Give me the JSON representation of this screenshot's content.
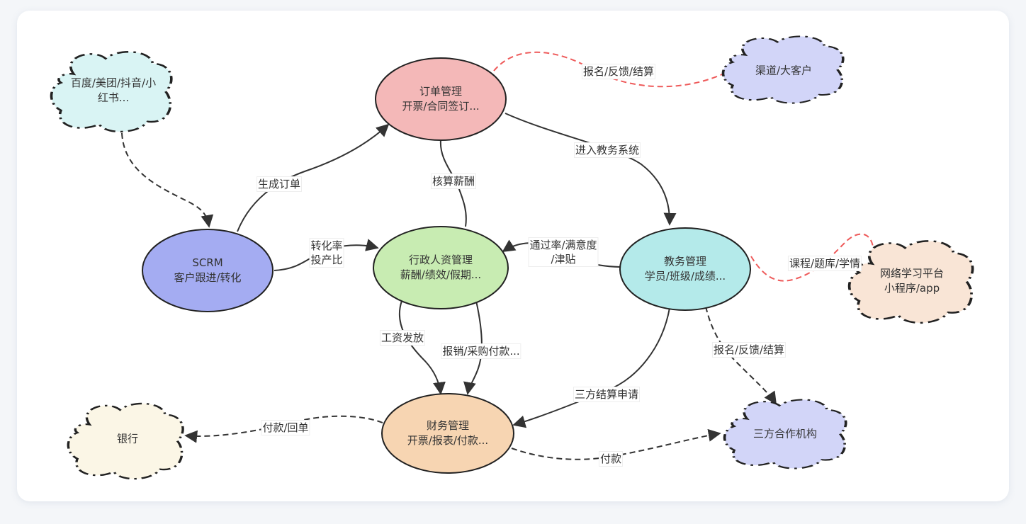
{
  "nodes": {
    "order": {
      "title": "订单管理",
      "sub": "开票/合同签订...",
      "color": "#f4b8b8"
    },
    "scrm": {
      "title": "SCRM",
      "sub": "客户跟进/转化",
      "color": "#a4acf2"
    },
    "hr": {
      "title": "行政人资管理",
      "sub": "薪酬/绩效/假期...",
      "color": "#c8ecb2"
    },
    "edu": {
      "title": "教务管理",
      "sub": "学员/班级/成绩...",
      "color": "#b4eaea"
    },
    "fin": {
      "title": "财务管理",
      "sub": "开票/报表/付款...",
      "color": "#f7d5b2"
    }
  },
  "clouds": {
    "media": {
      "line1": "百度/美团/抖音/小",
      "line2": "红书...",
      "color": "#d9f4f4"
    },
    "channel": {
      "line1": "渠道/大客户",
      "color": "#d2d5f8"
    },
    "platform": {
      "line1": "网络学习平台",
      "line2": "小程序/app",
      "color": "#f9e5d6"
    },
    "bank": {
      "line1": "银行",
      "color": "#fbf6e6"
    },
    "partner": {
      "line1": "三方合作机构",
      "color": "#d2d5f8"
    }
  },
  "edges": {
    "scrm_order": "生成订单",
    "scrm_hr_1": "转化率",
    "scrm_hr_2": "投产比",
    "order_hr": "核算薪酬",
    "order_channel": "报名/反馈/结算",
    "order_edu": "进入教务系统",
    "edu_hr_1": "通过率/满意度",
    "edu_hr_2": "/津贴",
    "edu_platform": "课程/题库/学情",
    "hr_fin_salary": "工资发放",
    "hr_fin_expense": "报销/采购付款...",
    "edu_fin": "三方结算申请",
    "edu_partner": "报名/反馈/结算",
    "fin_bank": "付款/回单",
    "fin_partner": "付款"
  }
}
